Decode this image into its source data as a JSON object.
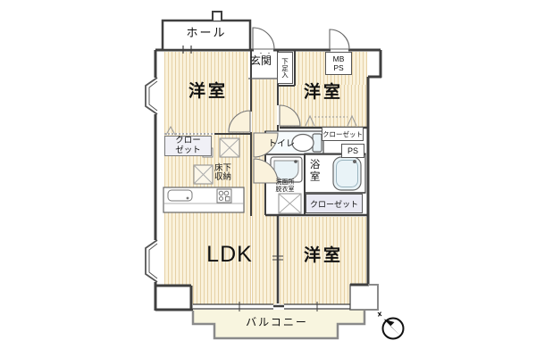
{
  "floorplan": {
    "labels": {
      "hall": "ホール",
      "genkan": "玄関",
      "shoe_box": "下足入",
      "mbps_l1": "MB",
      "mbps_l2": "PS",
      "bedroom_nw": "洋室",
      "bedroom_ne": "洋室",
      "bedroom_se": "洋室",
      "closet_nw_l1": "クロー",
      "closet_nw_l2": "ゼット",
      "closet_ne": "クローゼット",
      "closet_se": "クローゼット",
      "toilet": "トイレ",
      "ps": "PS",
      "bath": "浴室",
      "washroom_l1": "洗面所",
      "washroom_l2": "脱衣室",
      "underfloor_l1": "床下",
      "underfloor_l2": "収納",
      "ldk": "LDK",
      "balcony": "バルコニー"
    },
    "icons": [
      "toilet-icon",
      "bathtub-icon",
      "washbasin-icon",
      "kitchen-sink-icon",
      "stove-icon",
      "underfloor-hatch-icon",
      "closet-hanger-icon",
      "door-arc-icon",
      "bay-window-icon",
      "north-compass-icon"
    ],
    "colors": {
      "floor_bg": "#faf2dc",
      "floor_stripe": "#e6d1a6",
      "balcony_floor": "#f8f5df",
      "wall": "#3f3f3f",
      "fixture_fill": "#e9f3f7",
      "toilet_floor": "#f6fbfd",
      "closet_bg": "#eaeaf4",
      "fence": "#8a8a8a"
    }
  }
}
